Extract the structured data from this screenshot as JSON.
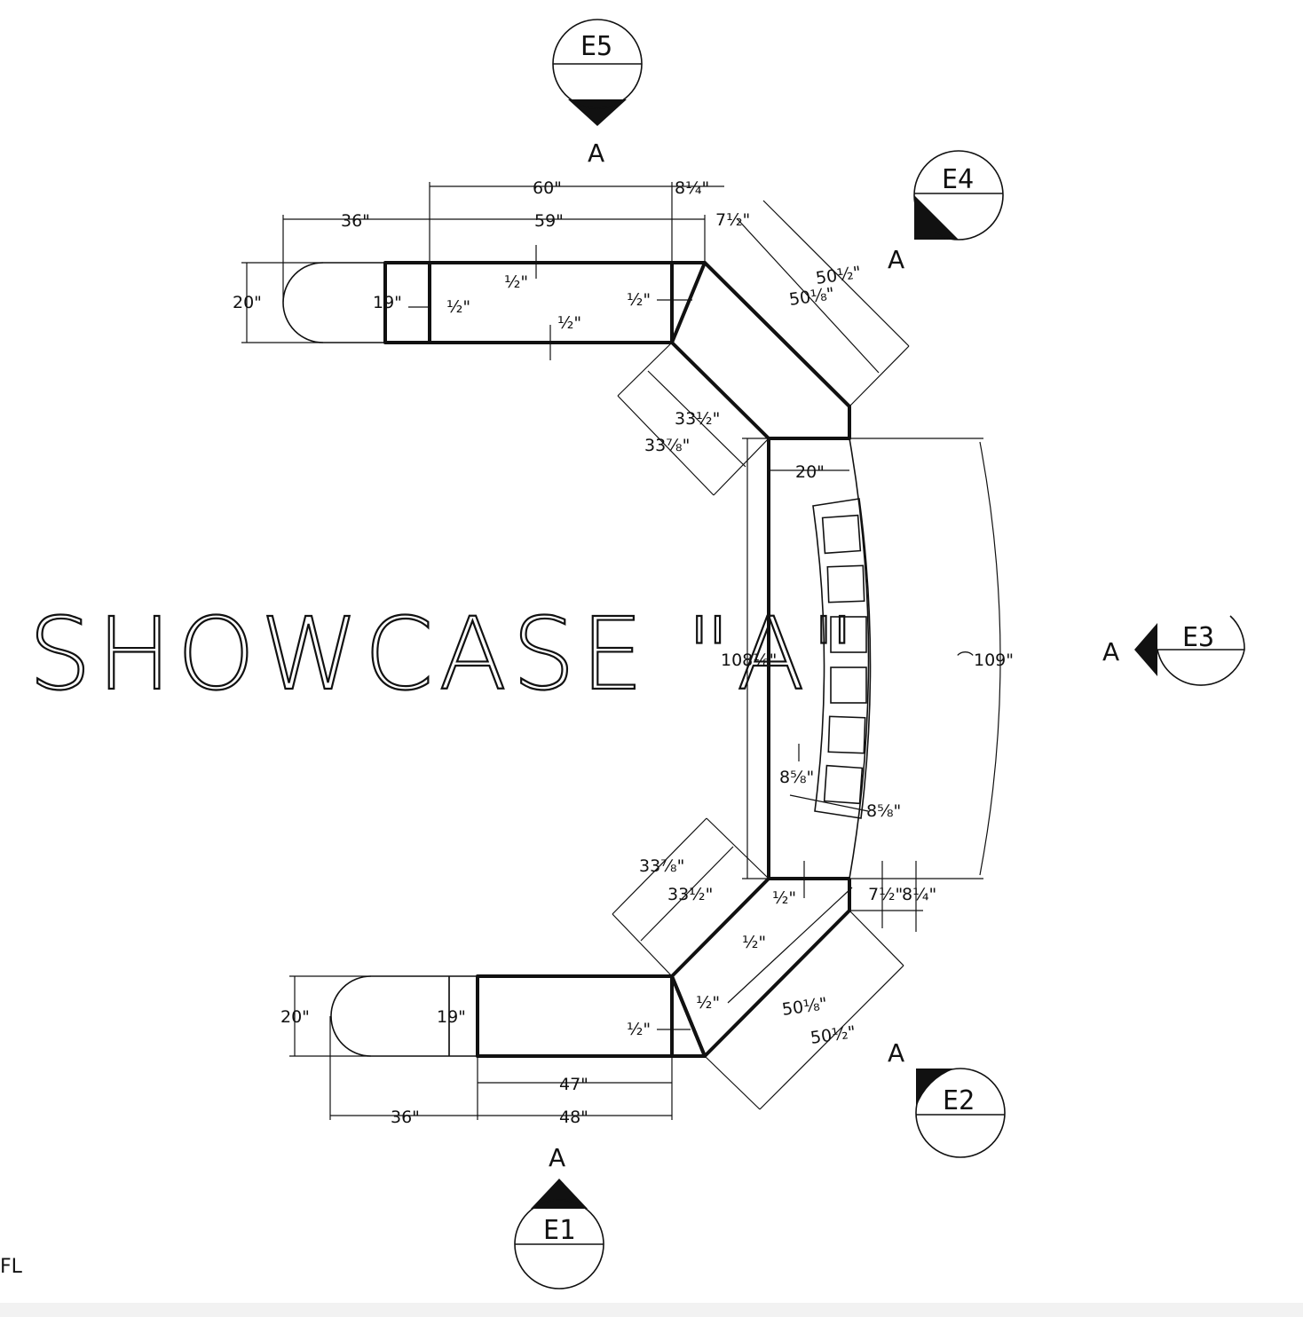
{
  "title": "SHOWCASE \"A\"",
  "corner_label": "FL",
  "elevation_tags": [
    {
      "id": "E5",
      "letter": "A"
    },
    {
      "id": "E4",
      "letter": "A"
    },
    {
      "id": "E3",
      "letter": "A"
    },
    {
      "id": "E2",
      "letter": "A"
    },
    {
      "id": "E1",
      "letter": "A"
    }
  ],
  "dimensions": {
    "top_60": "60\"",
    "top_8q": "8¼\"",
    "top_36": "36\"",
    "top_59": "59\"",
    "top_7h": "7½\"",
    "top_20": "20\"",
    "top_19": "19\"",
    "top_half_1": "½\"",
    "top_half_2": "½\"",
    "top_half_3": "½\"",
    "top_half_4": "½\"",
    "diag_50h_top": "50½\"",
    "diag_50e_top": "50⅛\"",
    "diag_33h_top": "33½\"",
    "diag_33s_top": "33⅞\"",
    "mid_20": "20\"",
    "mid_108": "108⅛\"",
    "mid_109": "⌒109\"",
    "win_85_a": "8⅝\"",
    "win_85_b": "8⅝\"",
    "bot_33s": "33⅞\"",
    "bot_33h": "33½\"",
    "bot_half_1": "½\"",
    "bot_half_2": "½\"",
    "bot_half_3": "½\"",
    "bot_half_4": "½\"",
    "bot_7h": "7½\"",
    "bot_8q": "8¼\"",
    "bot_20": "20\"",
    "bot_19": "19\"",
    "bot_50e": "50⅛\"",
    "bot_50h": "50½\"",
    "bot_47": "47\"",
    "bot_36": "36\"",
    "bot_48": "48\""
  }
}
